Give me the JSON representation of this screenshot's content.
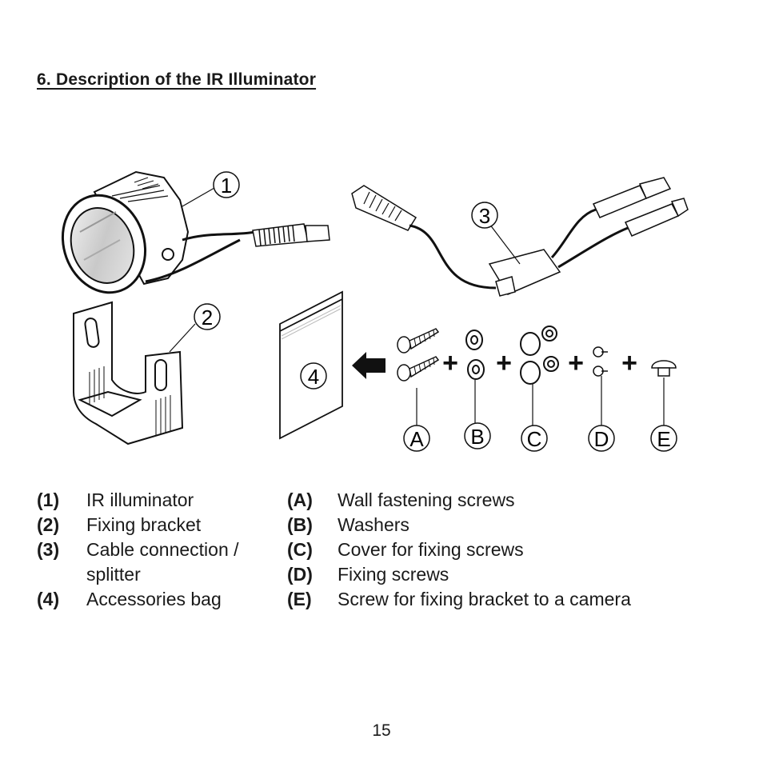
{
  "heading": "6. Description of the IR Illuminator",
  "figure": {
    "callouts": [
      "1",
      "2",
      "3",
      "4"
    ],
    "parts": [
      "A",
      "B",
      "C",
      "D",
      "E"
    ],
    "plus": "+"
  },
  "legend_left": [
    {
      "key": "(1)",
      "text": "IR illuminator"
    },
    {
      "key": "(2)",
      "text": "Fixing bracket"
    },
    {
      "key": "(3)",
      "text": "Cable connection / splitter"
    },
    {
      "key": "(4)",
      "text": "Accessories bag"
    }
  ],
  "legend_right": [
    {
      "key": "(A)",
      "text": "Wall fastening screws"
    },
    {
      "key": "(B)",
      "text": "Washers"
    },
    {
      "key": "(C)",
      "text": "Cover for fixing screws"
    },
    {
      "key": "(D)",
      "text": "Fixing screws"
    },
    {
      "key": "(E)",
      "text": "Screw for fixing bracket to a camera"
    }
  ],
  "page_number": "15"
}
